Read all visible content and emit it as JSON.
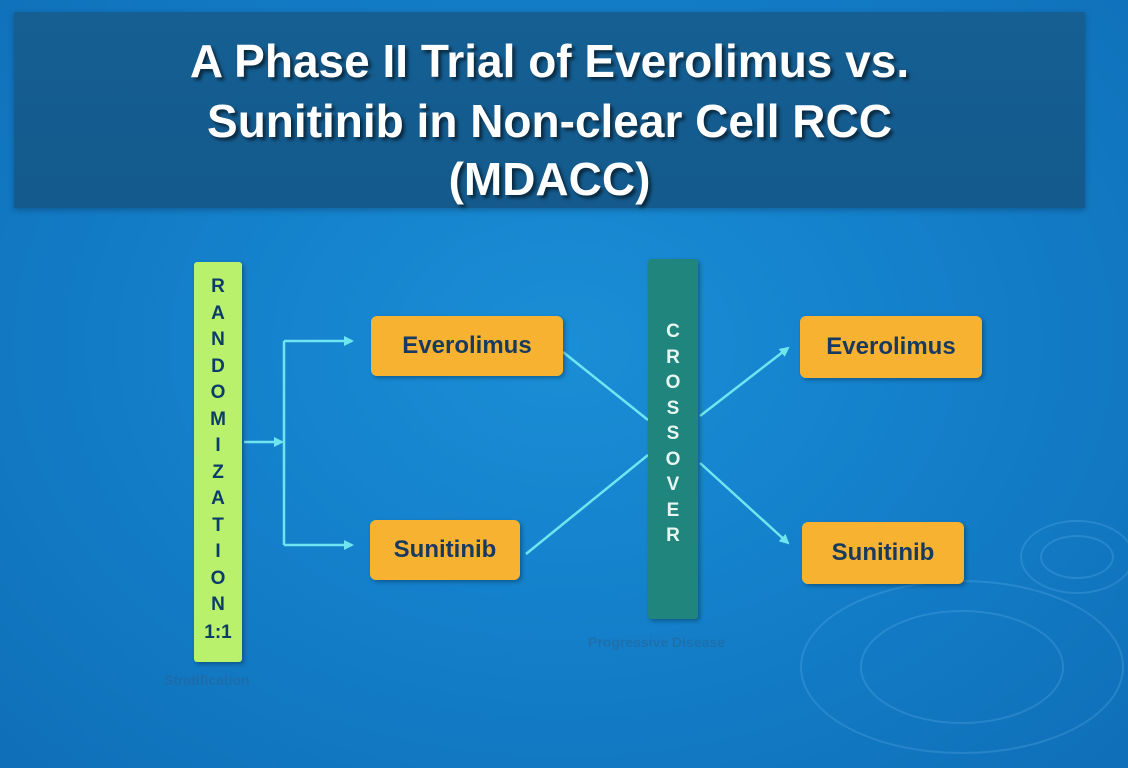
{
  "title": {
    "line1": "A Phase II Trial of Everolimus vs.",
    "line2": "Sunitinib in Non-clear Cell RCC",
    "line3": "(MDACC)"
  },
  "randomization": {
    "letters": [
      "R",
      "A",
      "N",
      "D",
      "O",
      "M",
      "I",
      "Z",
      "A",
      "T",
      "I",
      "O",
      "N"
    ],
    "ratio": "1:1",
    "caption": "Stratification"
  },
  "arms": {
    "initial": [
      "Everolimus",
      "Sunitinib"
    ],
    "after_crossover": [
      "Everolimus",
      "Sunitinib"
    ]
  },
  "crossover": {
    "letters": [
      "C",
      "R",
      "O",
      "S",
      "S",
      "O",
      "V",
      "E",
      "R"
    ],
    "caption": "Progressive Disease"
  },
  "colors": {
    "background": "#1480cb",
    "title_bar": "#155f93",
    "randomization_bar": "#b9f06c",
    "crossover_bar": "#20857d",
    "arm_box": "#f7b232",
    "arrow": "#6fe6ef"
  }
}
